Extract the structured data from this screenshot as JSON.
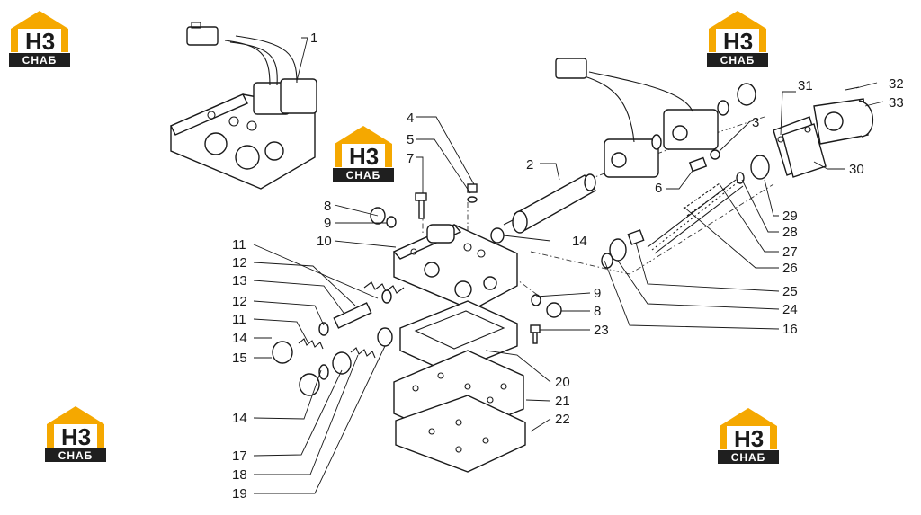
{
  "brand": {
    "mark": "H3",
    "word": "СНАБ",
    "accent_color": "#f5a800",
    "dark_color": "#1f1f1f"
  },
  "callouts": [
    "1",
    "2",
    "3",
    "4",
    "5",
    "6",
    "7",
    "8",
    "9",
    "10",
    "11",
    "12",
    "13",
    "12",
    "11",
    "14",
    "15",
    "14",
    "17",
    "18",
    "19",
    "20",
    "21",
    "22",
    "23",
    "8",
    "9",
    "16",
    "24",
    "25",
    "26",
    "27",
    "28",
    "29",
    "30",
    "31",
    "32",
    "33",
    "14"
  ]
}
